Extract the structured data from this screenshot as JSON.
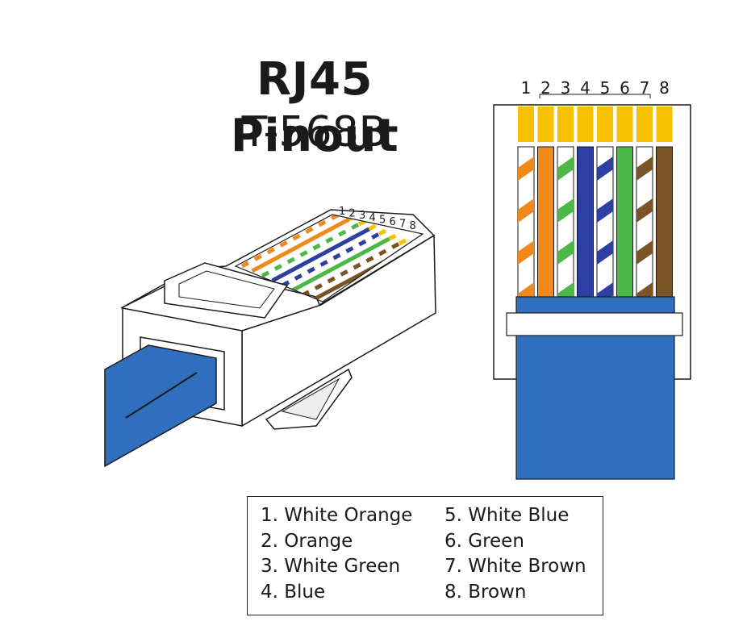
{
  "title": "RJ45 Pinout",
  "subtitle": "T-568B",
  "pin_numbers": [
    "1",
    "2",
    "3",
    "4",
    "5",
    "6",
    "7",
    "8"
  ],
  "legend": [
    {
      "text": "1. White Orange",
      "base": "#ffffff",
      "stripe": "#f08a1c"
    },
    {
      "text": "2. Orange",
      "base": "#f08a1c",
      "stripe": null
    },
    {
      "text": "3. White Green",
      "base": "#ffffff",
      "stripe": "#4cb848"
    },
    {
      "text": "4. Blue",
      "base": "#2e3fa4",
      "stripe": null
    },
    {
      "text": "5. White Blue",
      "base": "#ffffff",
      "stripe": "#2e3fa4"
    },
    {
      "text": "6. Green",
      "base": "#4cb848",
      "stripe": null
    },
    {
      "text": "7. White Brown",
      "base": "#ffffff",
      "stripe": "#7a5326"
    },
    {
      "text": "8. Brown",
      "base": "#7a5326",
      "stripe": null
    }
  ],
  "colors": {
    "contact_gold": "#f7c200",
    "cable_blue": "#2f6fbd",
    "outline": "#1a1a1a",
    "plug_fill": "#ffffff"
  }
}
